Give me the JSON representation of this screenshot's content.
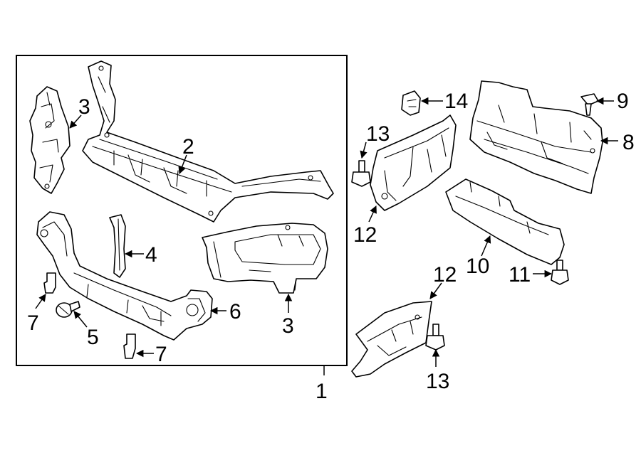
{
  "diagram": {
    "callouts": {
      "c1": "1",
      "c2": "2",
      "c3a": "3",
      "c3b": "3",
      "c4": "4",
      "c5": "5",
      "c6": "6",
      "c7a": "7",
      "c7b": "7",
      "c8": "8",
      "c9": "9",
      "c10": "10",
      "c11": "11",
      "c12a": "12",
      "c12b": "12",
      "c13a": "13",
      "c13b": "13",
      "c14": "14"
    }
  }
}
